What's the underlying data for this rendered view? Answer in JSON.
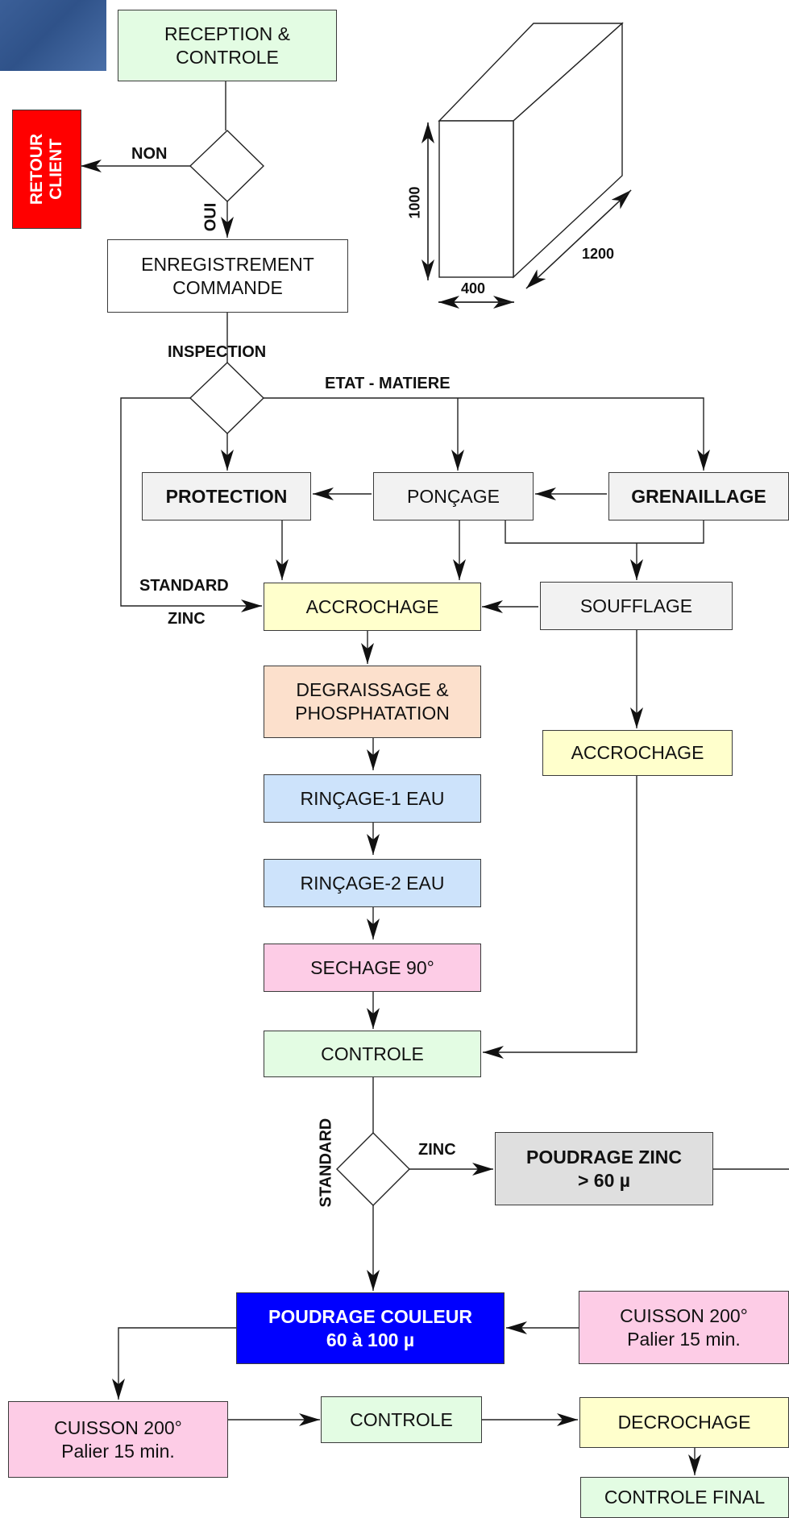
{
  "colors": {
    "green": "#e3fce3",
    "red": "#ff0000",
    "gray": "#f2f2f2",
    "yellow": "#ffffcc",
    "peach": "#fce0cc",
    "blue": "#cde3fb",
    "pink": "#fdcce6",
    "dark_gray": "#dfdfdf",
    "navy": "#0000ff"
  },
  "steps": {
    "reception": "RECEPTION &\nCONTROLE",
    "retour": "RETOUR\nCLIENT",
    "enregistrement": "ENREGISTREMENT\nCOMMANDE",
    "protection": "PROTECTION",
    "poncage": "PONÇAGE",
    "grenaillage": "GRENAILLAGE",
    "accrochage_main": "ACCROCHAGE",
    "soufflage": "SOUFFLAGE",
    "degraissage": "DEGRAISSAGE &\nPHOSPHATATION",
    "accrochage_side": "ACCROCHAGE",
    "rincage1": "RINÇAGE-1 EAU",
    "rincage2": "RINÇAGE-2 EAU",
    "sechage": "SECHAGE 90°",
    "controle1": "CONTROLE",
    "poudrage_zinc": "POUDRAGE ZINC\n> 60 µ",
    "poudrage_couleur": "POUDRAGE COULEUR\n60 à 100 µ",
    "cuisson_right": "CUISSON 200°\nPalier 15 min.",
    "cuisson_left": "CUISSON 200°\nPalier 15 min.",
    "controle2": "CONTROLE",
    "decrochage": "DECROCHAGE",
    "controle_final": "CONTROLE FINAL"
  },
  "labels": {
    "non": "NON",
    "oui": "OUI",
    "inspection": "INSPECTION",
    "etat_matiere": "ETAT - MATIERE",
    "standard_1": "STANDARD",
    "zinc_1": "ZINC",
    "standard_2": "STANDARD",
    "zinc_2": "ZINC"
  },
  "dimensions": {
    "height": "1000",
    "depth": "1200",
    "width": "400"
  }
}
